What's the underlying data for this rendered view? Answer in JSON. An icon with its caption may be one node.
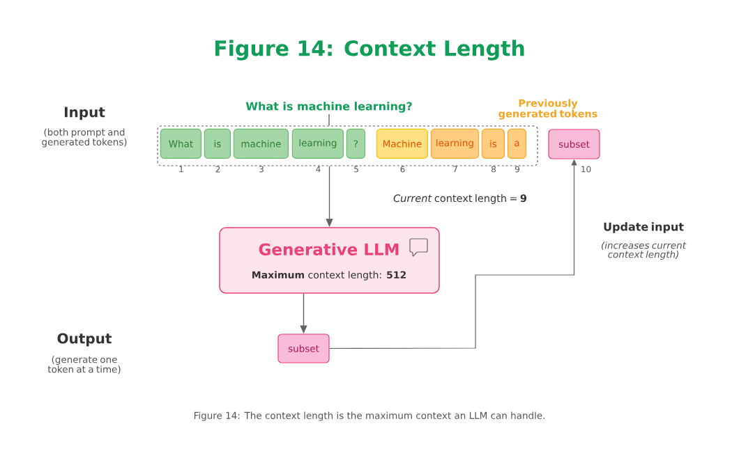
{
  "diagram": {
    "title": "Figure 14: Context Length",
    "caption": "Figure 14: The context length is the maximum context an LLM can handle.",
    "nodes": [
      {
        "text": [],
        "shape": "box"
      },
      {
        "text": [
          "What is machine learning?"
        ]
      },
      {
        "text": [
          "What"
        ],
        "in": 0,
        "beside": [
          "1"
        ]
      },
      {
        "text": [
          "is"
        ],
        "in": 0,
        "beside": [
          "2"
        ]
      },
      {
        "text": [
          "machine"
        ],
        "in": 0,
        "beside": [
          "3"
        ]
      },
      {
        "text": [
          "learning"
        ],
        "in": 0,
        "beside": [
          "4"
        ]
      },
      {
        "text": [
          "?"
        ],
        "in": 0,
        "beside": [
          "5"
        ]
      },
      {
        "text": [
          "Machine"
        ],
        "in": 0,
        "beside": [
          "6"
        ]
      },
      {
        "text": [
          "learning"
        ],
        "in": 0,
        "beside": [
          "7"
        ]
      },
      {
        "text": [
          "is"
        ],
        "in": 0,
        "beside": [
          "8"
        ]
      },
      {
        "text": [
          "a"
        ],
        "in": 0,
        "beside": [
          "9"
        ]
      },
      {
        "text": [
          "subset"
        ],
        "beside": [
          "10"
        ]
      },
      {
        "text": [
          "Generative LLM",
          "**Maximum** context length: **512**"
        ]
      },
      {
        "text": [
          "subset"
        ]
      }
    ],
    "edges": [
      {
        "from": 1,
        "to": 0,
        "arrow": "none"
      },
      {
        "from": 0,
        "to": 12,
        "arrow": "to"
      },
      {
        "from": 12,
        "to": 13,
        "arrow": "to"
      },
      {
        "from": 13,
        "to": 11,
        "arrow": "to"
      }
    ],
    "labels": [
      "Previously generated tokens",
      "Input",
      "(both prompt and generated tokens)",
      "*Current* context length = **9**",
      "Update input",
      "(increases current context length)",
      "Output",
      "(generate one token at a time)"
    ]
  }
}
